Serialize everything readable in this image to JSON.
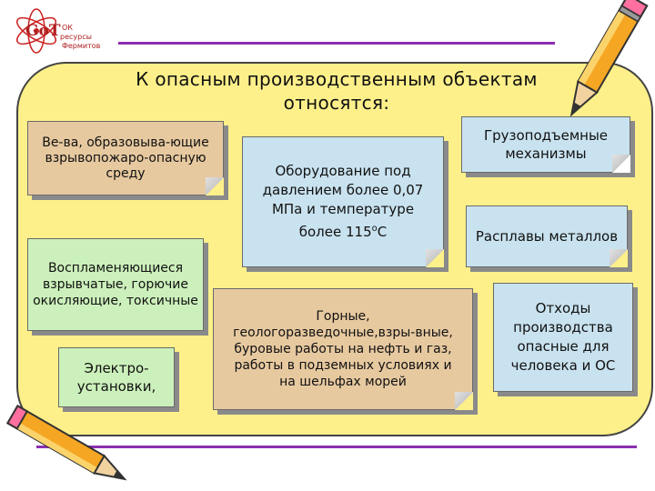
{
  "logo": {
    "letters": "GoT",
    "line1": "ОК",
    "line2": "ресурсы",
    "line3": "Фермитов"
  },
  "title": {
    "line1": "К опасным производственным объектам",
    "line2": "относятся:"
  },
  "cards": {
    "substances": "Ве-ва, образовыва-ющие взрывопожаро-опасную среду",
    "flammable": "Воспламеняющиеся взрывчатые, горючие окисляющие, токсичные",
    "electrical": "Электро-установки,",
    "pressure_equipment": "Оборудование под давлением более 0,07 МПа и температуре более 115",
    "pressure_equipment_deg": "о",
    "pressure_equipment_unit": "С",
    "mining": "Горные, геологоразведочные,взры-вные, буровые работы на нефть и газ, работы в подземных условиях и на шельфах морей",
    "lifting": "Грузоподъемные механизмы",
    "molten_metals": "Расплавы металлов",
    "hazardous_waste": "Отходы производства опасные для человека и ОС"
  },
  "colors": {
    "board": "#fdf08a",
    "card_pink": "#e7c9a0",
    "card_green": "#ccf0bb",
    "card_blue": "#c9e2ef",
    "line": "#8b2fb0",
    "pencil": "#f5a623"
  }
}
